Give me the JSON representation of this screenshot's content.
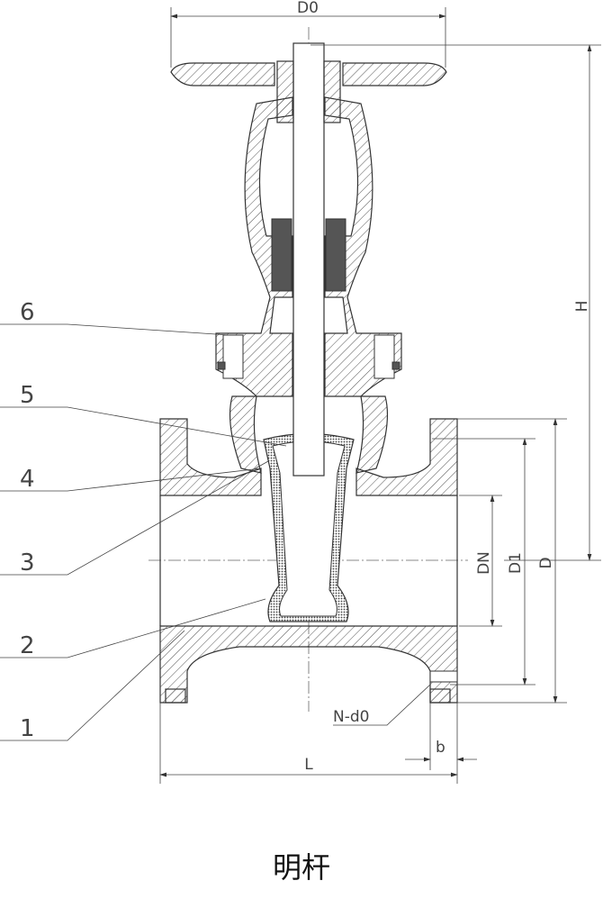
{
  "drawing": {
    "dimensions": {
      "handwheel_diameter": "D0",
      "height": "H",
      "nominal_diameter": "DN",
      "bolt_circle": "D1",
      "flange_diameter": "D",
      "bolt_holes": "N-d0",
      "flange_thickness": "b",
      "length": "L"
    },
    "part_numbers": [
      "6",
      "5",
      "4",
      "3",
      "2",
      "1"
    ]
  },
  "caption": "明杆"
}
